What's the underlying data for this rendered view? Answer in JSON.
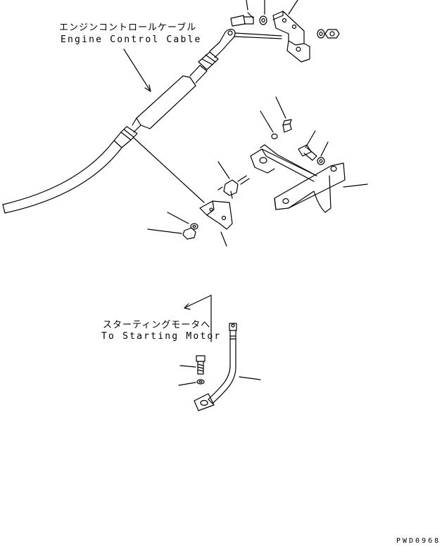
{
  "labels": {
    "engine_cable_jp": "エンジンコントロールケーブル",
    "engine_cable_en": "Engine Control Cable",
    "starter_jp": "スターティングモータへ",
    "starter_en": "To Starting Motor",
    "drawing_code": "PWD0968"
  },
  "colors": {
    "line": "#000000",
    "background": "#ffffff"
  }
}
